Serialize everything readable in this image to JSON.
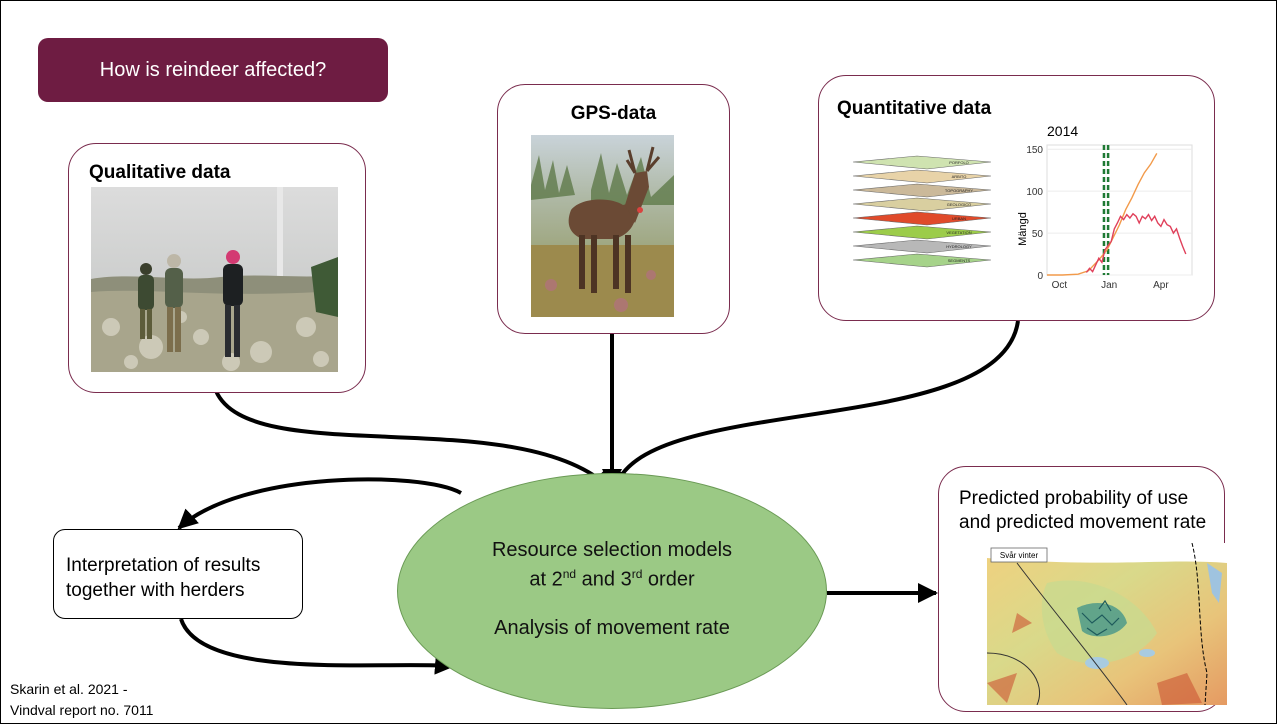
{
  "title_badge": {
    "text": "How is reindeer affected?",
    "color": "#6e1c42"
  },
  "qualitative": {
    "title": "Qualitative data",
    "photo_icon": "people-in-field-photo"
  },
  "gps": {
    "title": "GPS-data",
    "photo_icon": "reindeer-photo"
  },
  "quantitative": {
    "title": "Quantitative data",
    "layers_icon": "gis-layer-stack",
    "layer_labels": [
      "PORFOLO",
      "ARBITO",
      "TOPOGRAPHY",
      "GEOLOGICO",
      "URBAN",
      "VEGETATION",
      "HYDROLOGY",
      "SEGMENTS"
    ]
  },
  "chart_data": {
    "type": "line",
    "title": "2014",
    "xlabel": "",
    "ylabel": "Mängd",
    "x_ticks": [
      "Oct",
      "Jan",
      "Apr"
    ],
    "y_ticks": [
      0,
      50,
      100,
      150
    ],
    "ylim": [
      0,
      155
    ],
    "grid": true,
    "vlines_color": "#1f7a34",
    "series": [
      {
        "color": "#f29a4a",
        "points": [
          [
            0,
            0
          ],
          [
            15,
            0
          ],
          [
            30,
            1
          ],
          [
            40,
            5
          ],
          [
            50,
            18
          ],
          [
            58,
            30
          ],
          [
            64,
            45
          ],
          [
            70,
            60
          ],
          [
            76,
            78
          ],
          [
            82,
            92
          ],
          [
            88,
            108
          ],
          [
            94,
            122
          ],
          [
            100,
            132
          ],
          [
            106,
            145
          ]
        ]
      },
      {
        "color": "#e0405b",
        "points": [
          [
            38,
            3
          ],
          [
            41,
            8
          ],
          [
            44,
            4
          ],
          [
            47,
            12
          ],
          [
            50,
            20
          ],
          [
            53,
            15
          ],
          [
            56,
            30
          ],
          [
            59,
            35
          ],
          [
            62,
            40
          ],
          [
            65,
            55
          ],
          [
            68,
            62
          ],
          [
            71,
            70
          ],
          [
            74,
            66
          ],
          [
            77,
            72
          ],
          [
            80,
            68
          ],
          [
            83,
            73
          ],
          [
            86,
            70
          ],
          [
            89,
            62
          ],
          [
            92,
            70
          ],
          [
            95,
            67
          ],
          [
            98,
            72
          ],
          [
            101,
            65
          ],
          [
            104,
            70
          ],
          [
            107,
            62
          ],
          [
            110,
            58
          ],
          [
            113,
            66
          ],
          [
            116,
            60
          ],
          [
            119,
            58
          ],
          [
            122,
            50
          ],
          [
            125,
            55
          ],
          [
            128,
            44
          ],
          [
            131,
            34
          ],
          [
            134,
            25
          ]
        ]
      }
    ]
  },
  "interpretation": {
    "line1": "Interpretation of results",
    "line2": "together with herders"
  },
  "center": {
    "line1": "Resource selection models",
    "line2_pre": "at 2",
    "line2_sup1": "nd",
    "line2_mid": " and 3",
    "line2_sup2": "rd",
    "line2_post": " order",
    "line3": "Analysis of movement rate",
    "color": "#9bc985"
  },
  "prediction": {
    "line1": "Predicted probability of use",
    "line2": "and predicted movement rate",
    "map_label": "Svår vinter",
    "map_icon": "probability-map"
  },
  "citation": {
    "line1": "Skarin et al. 2021  -",
    "line2": "Vindval report no. 7011"
  }
}
